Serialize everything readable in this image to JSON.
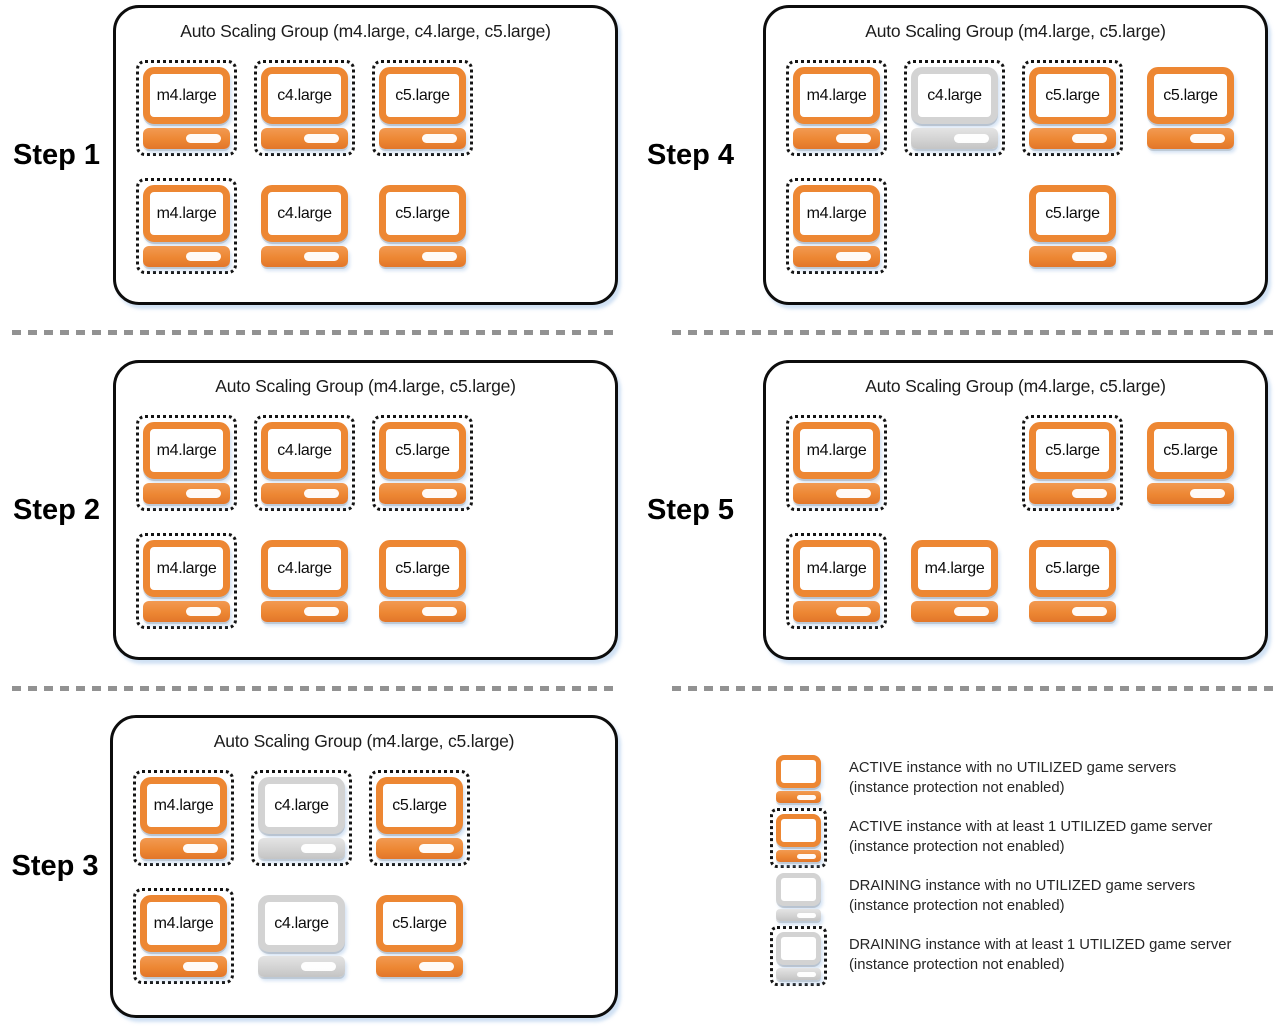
{
  "colors": {
    "orange": "#ED8733",
    "draining_gray": "#D3D3D3",
    "panel_border": "#0D0D0D",
    "divider_gray": "#929292",
    "text": "#151515"
  },
  "steps": [
    {
      "label": "Step 1",
      "title": "Auto Scaling Group (m4.large, c4.large, c5.large)",
      "instances": [
        {
          "type": "m4.large",
          "state": "active",
          "utilized": true,
          "row": 1,
          "col": 1
        },
        {
          "type": "c4.large",
          "state": "active",
          "utilized": true,
          "row": 1,
          "col": 2
        },
        {
          "type": "c5.large",
          "state": "active",
          "utilized": true,
          "row": 1,
          "col": 3
        },
        {
          "type": "m4.large",
          "state": "active",
          "utilized": true,
          "row": 2,
          "col": 1
        },
        {
          "type": "c4.large",
          "state": "active",
          "utilized": false,
          "row": 2,
          "col": 2
        },
        {
          "type": "c5.large",
          "state": "active",
          "utilized": false,
          "row": 2,
          "col": 3
        }
      ]
    },
    {
      "label": "Step 2",
      "title": "Auto Scaling Group (m4.large, c5.large)",
      "instances": [
        {
          "type": "m4.large",
          "state": "active",
          "utilized": true,
          "row": 1,
          "col": 1
        },
        {
          "type": "c4.large",
          "state": "active",
          "utilized": true,
          "row": 1,
          "col": 2
        },
        {
          "type": "c5.large",
          "state": "active",
          "utilized": true,
          "row": 1,
          "col": 3
        },
        {
          "type": "m4.large",
          "state": "active",
          "utilized": true,
          "row": 2,
          "col": 1
        },
        {
          "type": "c4.large",
          "state": "active",
          "utilized": false,
          "row": 2,
          "col": 2
        },
        {
          "type": "c5.large",
          "state": "active",
          "utilized": false,
          "row": 2,
          "col": 3
        }
      ]
    },
    {
      "label": "Step 3",
      "title": "Auto Scaling Group (m4.large, c5.large)",
      "instances": [
        {
          "type": "m4.large",
          "state": "active",
          "utilized": true,
          "row": 1,
          "col": 1
        },
        {
          "type": "c4.large",
          "state": "draining",
          "utilized": true,
          "row": 1,
          "col": 2
        },
        {
          "type": "c5.large",
          "state": "active",
          "utilized": true,
          "row": 1,
          "col": 3
        },
        {
          "type": "m4.large",
          "state": "active",
          "utilized": true,
          "row": 2,
          "col": 1
        },
        {
          "type": "c4.large",
          "state": "draining",
          "utilized": false,
          "row": 2,
          "col": 2
        },
        {
          "type": "c5.large",
          "state": "active",
          "utilized": false,
          "row": 2,
          "col": 3
        }
      ]
    },
    {
      "label": "Step 4",
      "title": "Auto Scaling Group (m4.large, c5.large)",
      "instances": [
        {
          "type": "m4.large",
          "state": "active",
          "utilized": true,
          "row": 1,
          "col": 1
        },
        {
          "type": "c4.large",
          "state": "draining",
          "utilized": true,
          "row": 1,
          "col": 2
        },
        {
          "type": "c5.large",
          "state": "active",
          "utilized": true,
          "row": 1,
          "col": 3
        },
        {
          "type": "c5.large",
          "state": "active",
          "utilized": false,
          "row": 1,
          "col": 4
        },
        {
          "type": "m4.large",
          "state": "active",
          "utilized": true,
          "row": 2,
          "col": 1
        },
        {
          "type": "c5.large",
          "state": "active",
          "utilized": false,
          "row": 2,
          "col": 3
        }
      ]
    },
    {
      "label": "Step 5",
      "title": "Auto Scaling Group (m4.large, c5.large)",
      "instances": [
        {
          "type": "m4.large",
          "state": "active",
          "utilized": true,
          "row": 1,
          "col": 1
        },
        {
          "type": "c5.large",
          "state": "active",
          "utilized": true,
          "row": 1,
          "col": 3
        },
        {
          "type": "c5.large",
          "state": "active",
          "utilized": false,
          "row": 1,
          "col": 4
        },
        {
          "type": "m4.large",
          "state": "active",
          "utilized": true,
          "row": 2,
          "col": 1
        },
        {
          "type": "m4.large",
          "state": "active",
          "utilized": false,
          "row": 2,
          "col": 2
        },
        {
          "type": "c5.large",
          "state": "active",
          "utilized": false,
          "row": 2,
          "col": 3
        }
      ]
    }
  ],
  "legend": {
    "items": [
      {
        "state": "active",
        "utilized": false,
        "line1": "ACTIVE instance with no UTILIZED game servers",
        "line2": "(instance protection not enabled)"
      },
      {
        "state": "active",
        "utilized": true,
        "line1": "ACTIVE instance with at least 1 UTILIZED game server",
        "line2": "(instance protection not enabled)"
      },
      {
        "state": "draining",
        "utilized": false,
        "line1": "DRAINING instance with no UTILIZED game servers",
        "line2": "(instance protection not enabled)"
      },
      {
        "state": "draining",
        "utilized": true,
        "line1": "DRAINING instance with at least 1 UTILIZED game server",
        "line2": "(instance protection not enabled)"
      }
    ]
  }
}
